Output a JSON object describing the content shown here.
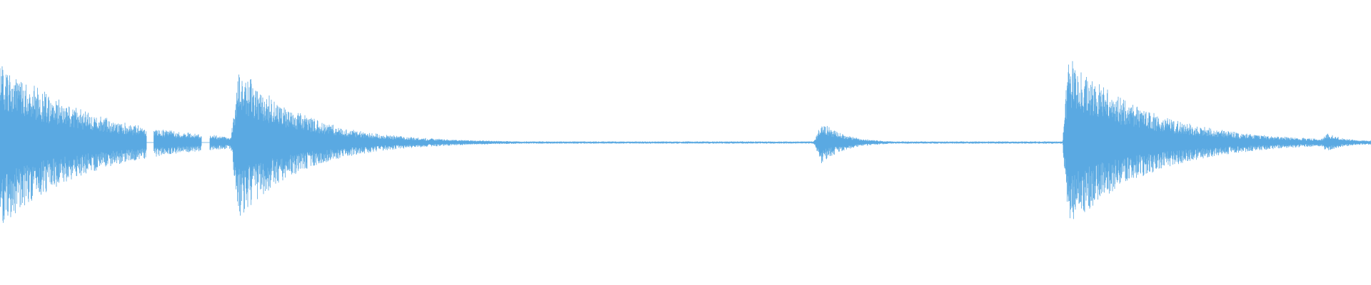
{
  "waveform": {
    "color": "#5aa9e2",
    "background": "#ffffff",
    "silence_gaps": [
      {
        "start": 0.107,
        "end": 0.112
      },
      {
        "start": 0.147,
        "end": 0.153
      }
    ],
    "bursts": [
      {
        "position": 0.0,
        "peak": 0.55,
        "attack": 0.002,
        "decay": 0.06,
        "floor": 0.05
      },
      {
        "position": 0.174,
        "peak": 0.5,
        "attack": 0.006,
        "decay": 0.045,
        "floor": 0.04
      },
      {
        "position": 0.599,
        "peak": 0.13,
        "attack": 0.006,
        "decay": 0.016,
        "floor": 0.02
      },
      {
        "position": 0.779,
        "peak": 0.58,
        "attack": 0.004,
        "decay": 0.055,
        "floor": 0.04
      },
      {
        "position": 0.967,
        "peak": 0.06,
        "attack": 0.005,
        "decay": 0.015,
        "floor": 0.01
      }
    ],
    "noise_floor": 0.008
  }
}
